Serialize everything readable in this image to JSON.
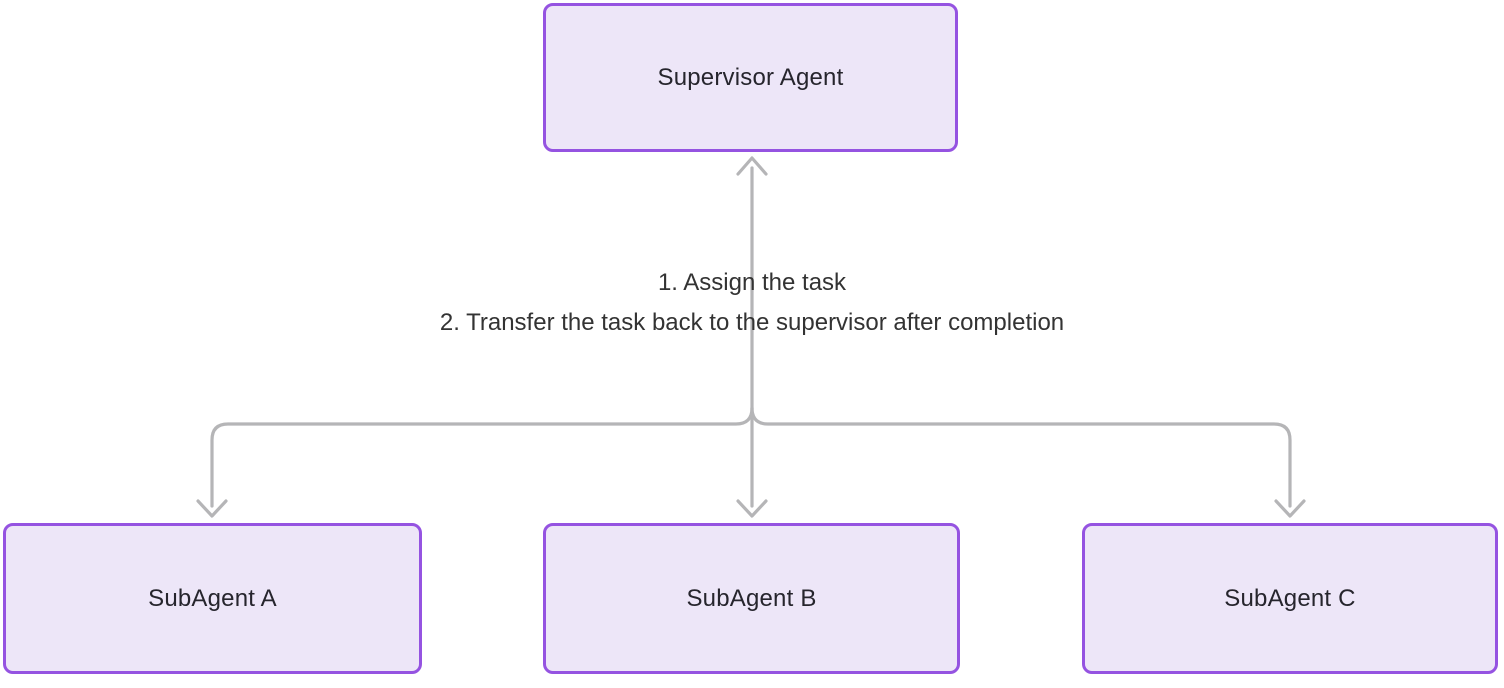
{
  "diagram": {
    "type": "flowchart",
    "direction": "top-down",
    "nodes": [
      {
        "id": "supervisor",
        "label": "Supervisor Agent"
      },
      {
        "id": "subagent-a",
        "label": "SubAgent A"
      },
      {
        "id": "subagent-b",
        "label": "SubAgent B"
      },
      {
        "id": "subagent-c",
        "label": "SubAgent C"
      }
    ],
    "edges": [
      {
        "from": "supervisor",
        "to": "subagent-a",
        "arrow_at_supervisor": "up",
        "arrow_at_subagent": "down"
      },
      {
        "from": "supervisor",
        "to": "subagent-b",
        "arrow_at_supervisor": "up",
        "arrow_at_subagent": "down"
      },
      {
        "from": "supervisor",
        "to": "subagent-c",
        "arrow_at_supervisor": "up",
        "arrow_at_subagent": "down"
      }
    ],
    "edge_label": {
      "line1": "1. Assign the task",
      "line2": "2. Transfer the task back to the supervisor after completion"
    },
    "colors": {
      "node_fill": "#ede6f8",
      "node_border": "#9553e1",
      "node_text": "#26252d",
      "edge_line": "#b5b5b7",
      "label_text": "#333333",
      "background": "#ffffff"
    }
  }
}
